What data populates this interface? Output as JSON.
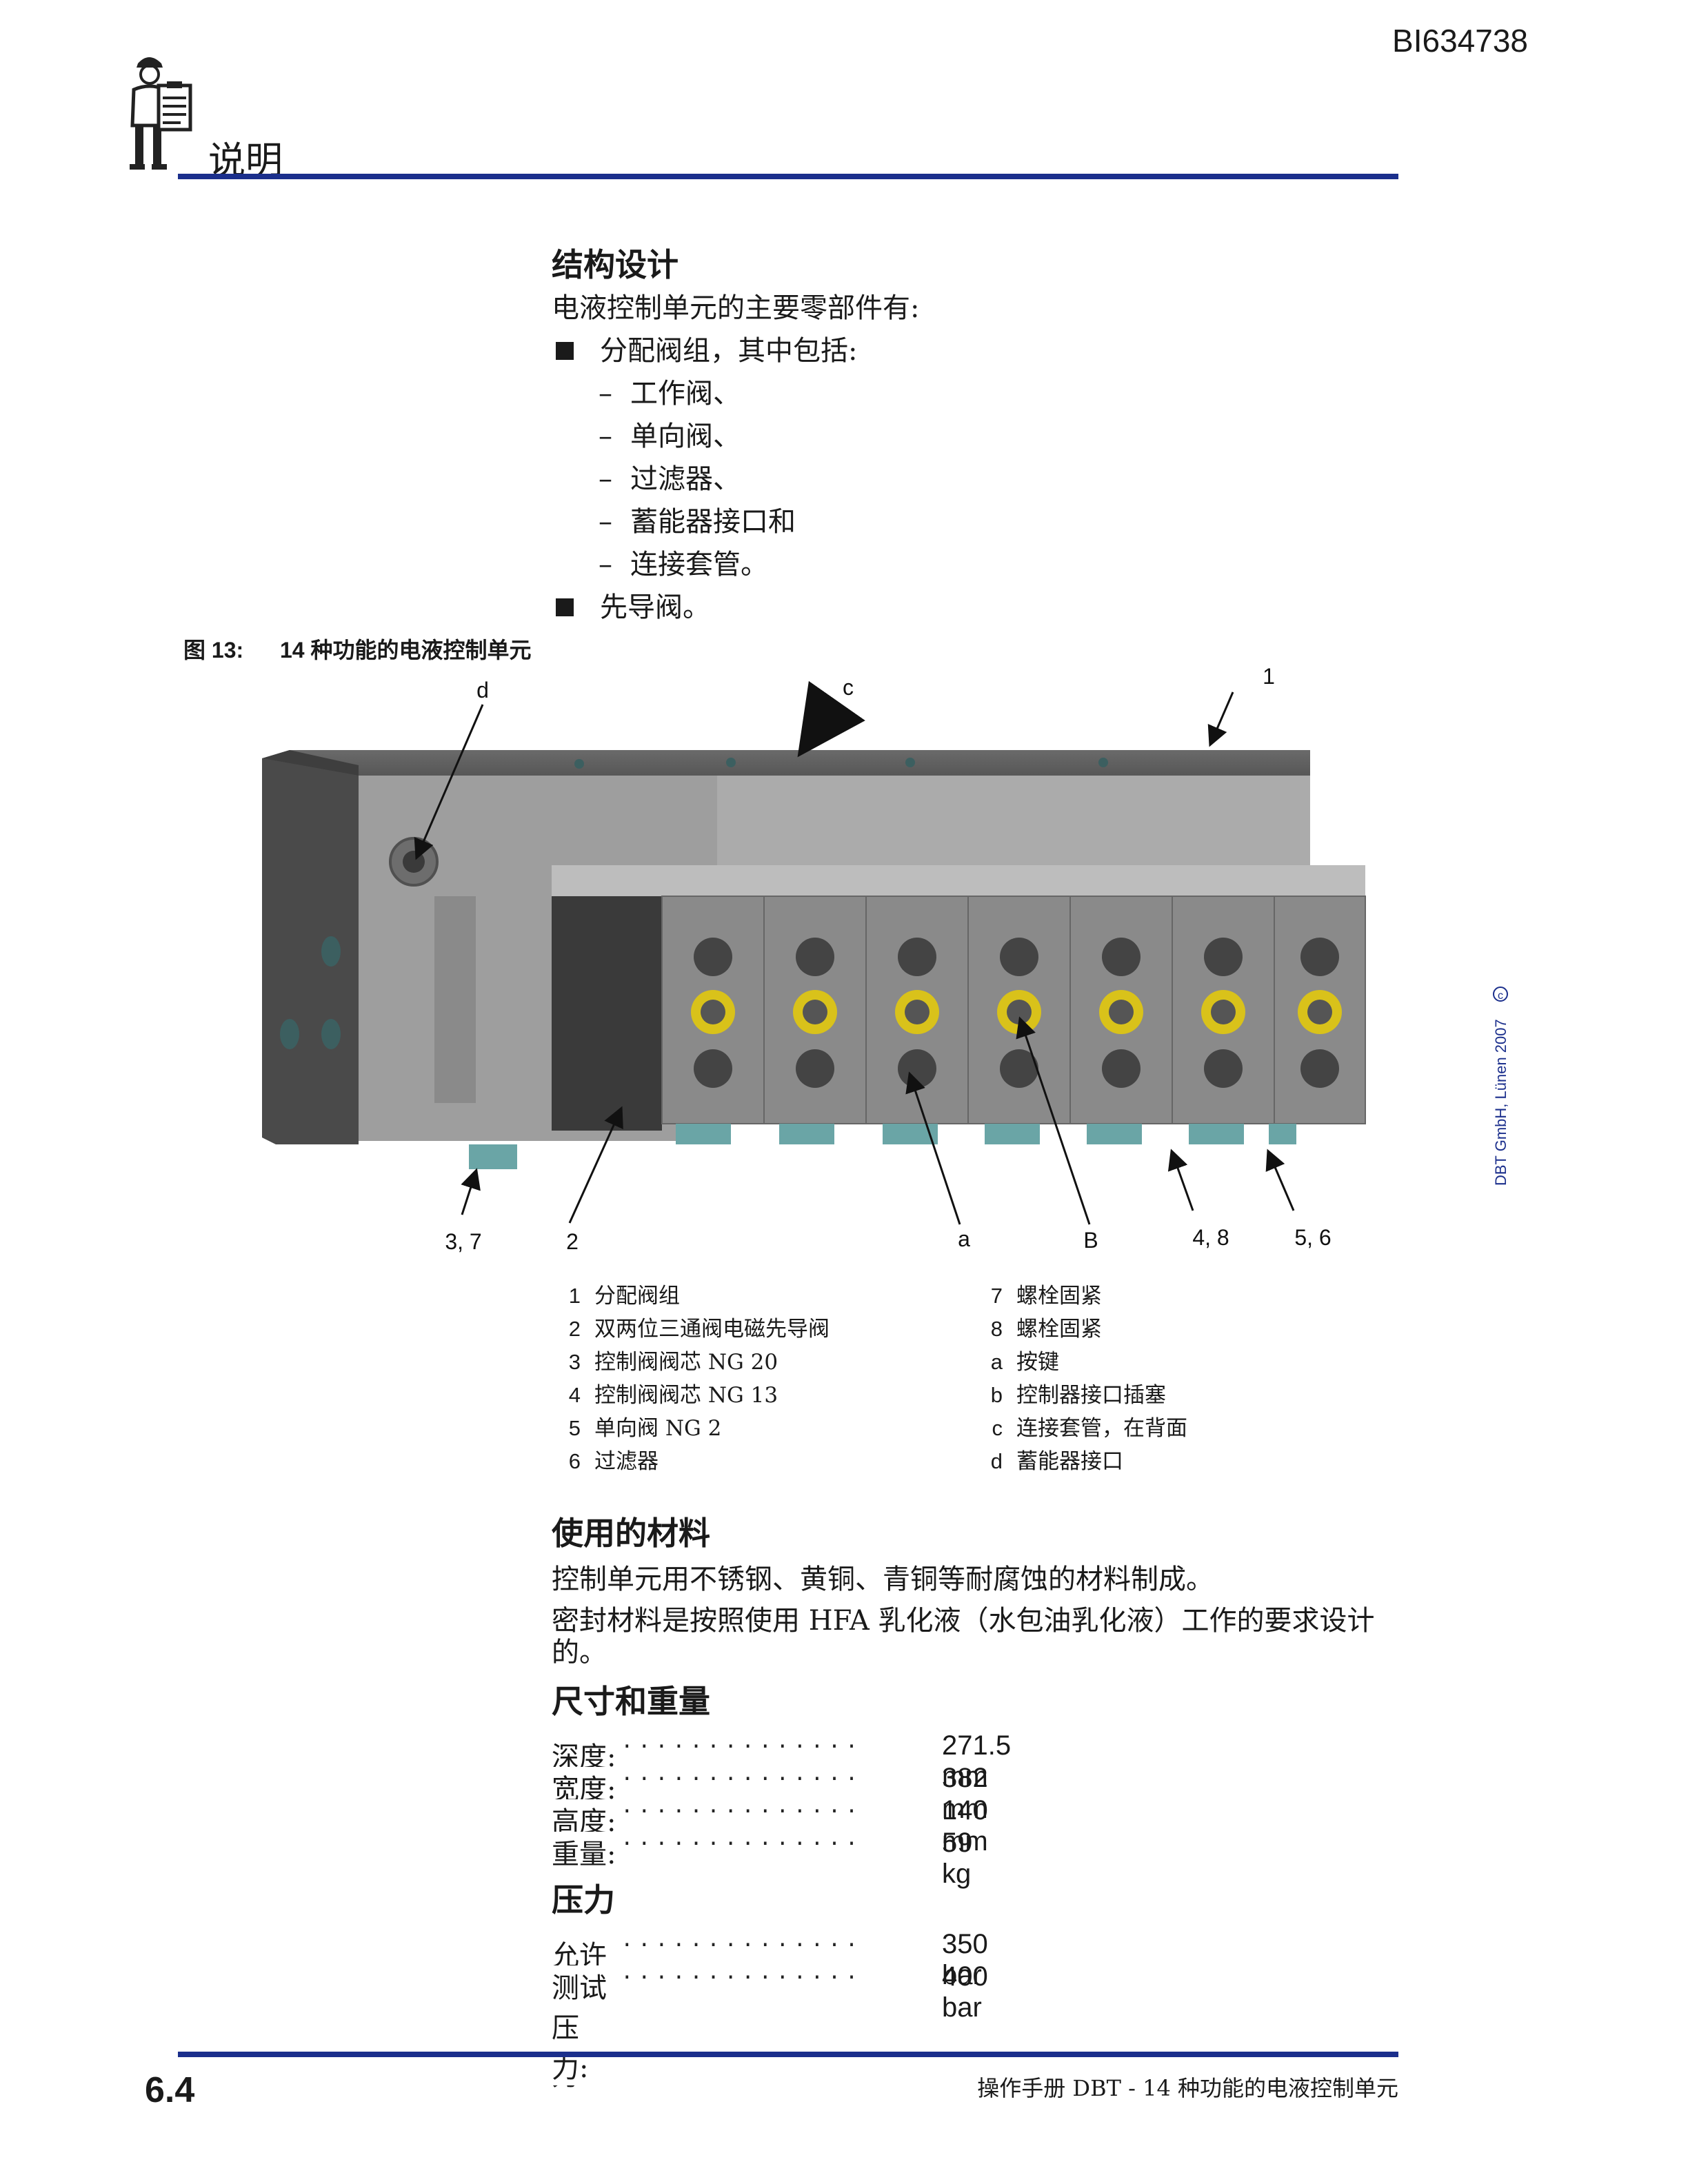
{
  "header": {
    "doc_id": "BI634738",
    "section_title": "说明"
  },
  "structure": {
    "heading": "结构设计",
    "intro": "电液控制单元的主要零部件有:",
    "bullets": [
      {
        "text": "分配阀组，其中包括:",
        "sub": [
          "工作阀、",
          "单向阀、",
          "过滤器、",
          "蓄能器接口和",
          "连接套管。"
        ]
      },
      {
        "text": "先导阀。",
        "sub": []
      }
    ]
  },
  "figure": {
    "label": "图 13:",
    "caption": "14 种功能的电液控制单元",
    "callouts": {
      "d": "d",
      "c": "c",
      "1": "1",
      "c37": "3, 7",
      "c2": "2",
      "a": "a",
      "B": "B",
      "c48": "4, 8",
      "c56": "5, 6"
    }
  },
  "legend": {
    "left": [
      {
        "key": "1",
        "text": "分配阀组"
      },
      {
        "key": "2",
        "text": "双两位三通阀电磁先导阀"
      },
      {
        "key": "3",
        "text": "控制阀阀芯 NG 20"
      },
      {
        "key": "4",
        "text": "控制阀阀芯 NG 13"
      },
      {
        "key": "5",
        "text": "单向阀 NG 2"
      },
      {
        "key": "6",
        "text": "过滤器"
      }
    ],
    "right": [
      {
        "key": "7",
        "text": "螺栓固紧"
      },
      {
        "key": "8",
        "text": "螺栓固紧"
      },
      {
        "key": "a",
        "text": "按键"
      },
      {
        "key": "b",
        "text": "控制器接口插塞"
      },
      {
        "key": "c",
        "text": "连接套管，在背面"
      },
      {
        "key": "d",
        "text": "蓄能器接口"
      }
    ]
  },
  "materials": {
    "heading": "使用的材料",
    "p1": "控制单元用不锈钢、黄铜、青铜等耐腐蚀的材料制成。",
    "p2a": "密封材料是按照使用 HFA 乳化液（水包油乳化液）工作的要求设计",
    "p2b": "的。"
  },
  "dimensions": {
    "heading": "尺寸和重量",
    "rows": [
      {
        "label": "深度:",
        "value": "271.5 mm"
      },
      {
        "label": "宽度:",
        "value": "382 mm"
      },
      {
        "label": "高度:",
        "value": "140 mm"
      },
      {
        "label": "重量:",
        "value": "59 kg"
      }
    ]
  },
  "pressure": {
    "heading": "压力",
    "rows": [
      {
        "label": "允许的工作压力:",
        "value": "350 bar"
      },
      {
        "label": "测试压力:",
        "value": "400 bar"
      }
    ]
  },
  "copyright": "DBT GmbH, Lünen 2007",
  "footer": {
    "page_number": "6.4",
    "title": "操作手册 DBT - 14 种功能的电液控制单元"
  },
  "colors": {
    "rule": "#1b2f8c",
    "body_gray": "#8e8e8e",
    "connector_yellow": "#d9c21a",
    "fitting_teal": "#6aa5a6"
  }
}
